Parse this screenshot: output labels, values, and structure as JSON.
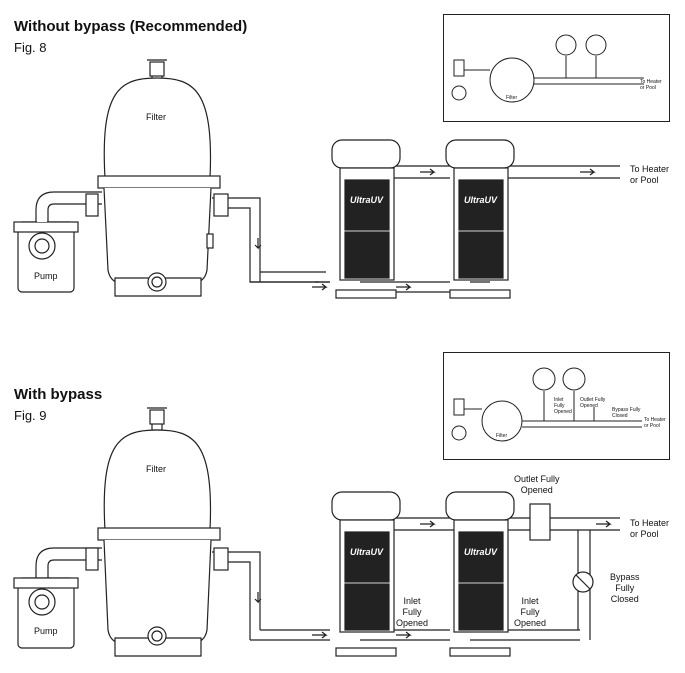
{
  "fig8": {
    "heading": "Without bypass (Recommended)",
    "fig_label": "Fig. 8",
    "labels": {
      "filter": "Filter",
      "pump": "Pump",
      "to_heater": "To Heater\nor Pool",
      "brand": "UltraUV"
    },
    "inset": {
      "filter": "Filter",
      "to_heater": "To Heater\nor Pool"
    }
  },
  "fig9": {
    "heading": "With bypass",
    "fig_label": "Fig. 9",
    "labels": {
      "filter": "Filter",
      "pump": "Pump",
      "to_heater": "To Heater\nor Pool",
      "outlet": "Outlet Fully\nOpened",
      "inlet1": "Inlet\nFully\nOpened",
      "inlet2": "Inlet\nFully\nOpened",
      "bypass": "Bypass\nFully\nClosed",
      "brand": "UltraUV"
    },
    "inset": {
      "filter": "Filter",
      "to_heater": "To Heater\nor Pool",
      "inlet": "Inlet\nFully\nOpened",
      "outlet": "Outlet Fully\nOpened",
      "bypass": "Bypass Fully\nClosed"
    }
  }
}
